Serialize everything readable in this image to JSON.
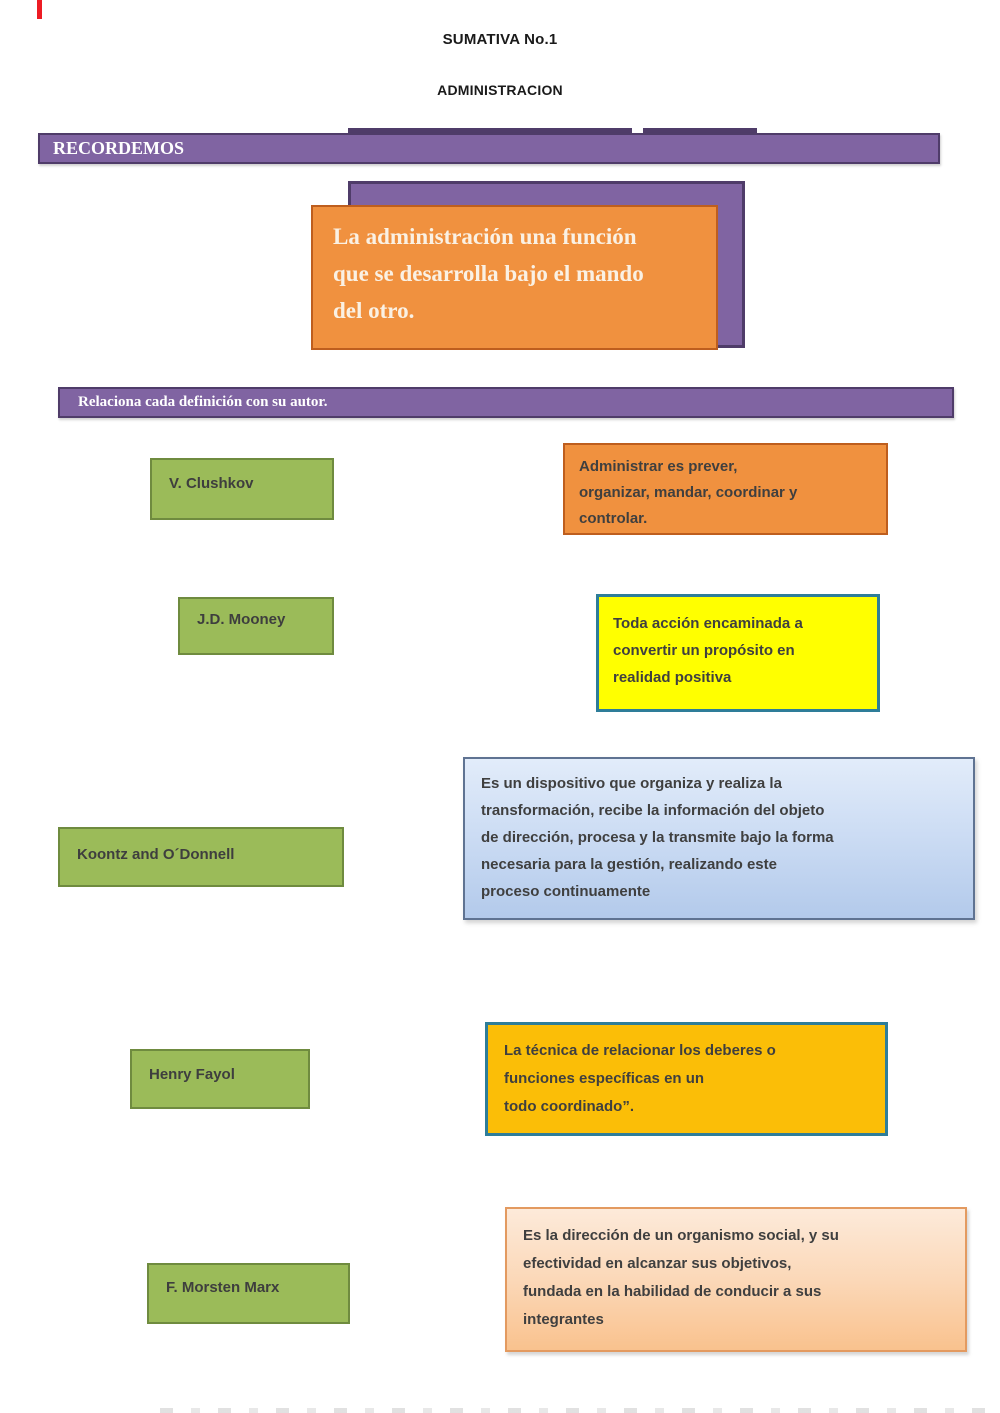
{
  "header": {
    "title": "SUMATIVA No.1",
    "subtitle": "ADMINISTRACION"
  },
  "banners": {
    "recordemos": "RECORDEMOS",
    "instruction": "Relaciona cada definición con su autor."
  },
  "quote": {
    "text": "La administración una función\nque se desarrolla bajo el mando\ndel otro."
  },
  "authors": [
    {
      "label": "V. Clushkov"
    },
    {
      "label": "J.D. Mooney"
    },
    {
      "label": "Koontz and O´Donnell"
    },
    {
      "label": "Henry Fayol"
    },
    {
      "label": "F. Morsten Marx"
    }
  ],
  "definitions": [
    {
      "color": "orange",
      "text": "Administrar es prever,\norganizar, mandar, coordinar y\ncontrolar."
    },
    {
      "color": "yellow",
      "text": "Toda acción encaminada a\nconvertir un propósito en\nrealidad positiva"
    },
    {
      "color": "light-blue",
      "text": "Es un dispositivo que organiza y realiza la\ntransformación, recibe la información del objeto\nde dirección, procesa y la transmite bajo la forma\nnecesaria para la gestión, realizando este\nproceso continuamente"
    },
    {
      "color": "gold",
      "text": "La técnica de relacionar los deberes o\nfunciones específicas en un\ntodo coordinado”."
    },
    {
      "color": "peach",
      "text": "Es la dirección de un organismo social, y su\nefectividad en alcanzar sus objetivos,\nfundada en la habilidad de conducir a sus\nintegrantes"
    }
  ],
  "colors": {
    "purple": "#8064A2",
    "purple_dark": "#4F3C69",
    "orange": "#F0913F",
    "orange_border": "#BE5E1E",
    "green": "#9BBB59",
    "green_border": "#6F8B3F",
    "yellow": "#FFFF00",
    "teal_border": "#2E7D99",
    "gold": "#FBBE07",
    "blue_fill_bottom": "#B3CAEB",
    "blue_border": "#5F7392",
    "peach_fill_bottom": "#F9C28E",
    "peach_border": "#E39A60",
    "quote_text": "#FAF1E4",
    "body_text": "#3F3F3F",
    "red_mark": "#ED1C24"
  }
}
